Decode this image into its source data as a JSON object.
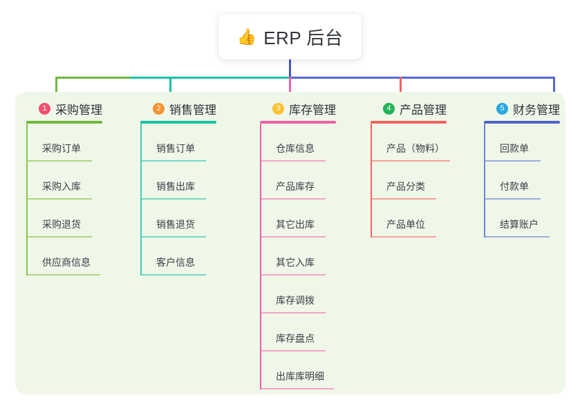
{
  "root": {
    "icon": "thumbs-up-emoji",
    "emoji": "👍",
    "label": "ERP 后台"
  },
  "palette": {
    "panel_bg": "#eff7e9",
    "page_bg": "#ffffff",
    "text": "#2f3338",
    "root_drop_line": "#4054c4",
    "bus_green": "#6fb83c",
    "bus_teal": "#14c2a3",
    "bus_blue": "#5766d6"
  },
  "columns": [
    {
      "number": "1",
      "title": "采购管理",
      "badge_color": "#f2506e",
      "rule_color": "#6fb83c",
      "leaf_rule_color": "#aed581",
      "spine_color": "#8bc34a",
      "drop_color": "#6fb83c",
      "items": [
        {
          "label": "采购订单"
        },
        {
          "label": "采购入库"
        },
        {
          "label": "采购退货"
        },
        {
          "label": "供应商信息"
        }
      ]
    },
    {
      "number": "2",
      "title": "销售管理",
      "badge_color": "#f5922f",
      "rule_color": "#14c2a3",
      "leaf_rule_color": "#74d8c6",
      "spine_color": "#3fc9b2",
      "drop_color": "#14c2a3",
      "items": [
        {
          "label": "销售订单"
        },
        {
          "label": "销售出库"
        },
        {
          "label": "销售退货"
        },
        {
          "label": "客户信息"
        }
      ]
    },
    {
      "number": "3",
      "title": "库存管理",
      "badge_color": "#fac131",
      "rule_color": "#ed5fa7",
      "leaf_rule_color": "#f2a4c8",
      "spine_color": "#ed5fa7",
      "drop_color": "#ed5fa7",
      "items": [
        {
          "label": "仓库信息"
        },
        {
          "label": "产品库存"
        },
        {
          "label": "其它出库"
        },
        {
          "label": "其它入库"
        },
        {
          "label": "库存调拨"
        },
        {
          "label": "库存盘点"
        },
        {
          "label": "出库库明细"
        }
      ]
    },
    {
      "number": "4",
      "title": "产品管理",
      "badge_color": "#22b455",
      "rule_color": "#f4605f",
      "leaf_rule_color": "#f4a19b",
      "spine_color": "#f4605f",
      "drop_color": "#f4605f",
      "items": [
        {
          "label": "产品（物料）"
        },
        {
          "label": "产品分类"
        },
        {
          "label": "产品单位"
        }
      ]
    },
    {
      "number": "5",
      "title": "财务管理",
      "badge_color": "#29a8e0",
      "rule_color": "#4b63c9",
      "leaf_rule_color": "#9aaddf",
      "spine_color": "#6d83d6",
      "drop_color": "#5766d6",
      "items": [
        {
          "label": "回款单"
        },
        {
          "label": "付款单"
        },
        {
          "label": "结算账户"
        }
      ]
    }
  ]
}
